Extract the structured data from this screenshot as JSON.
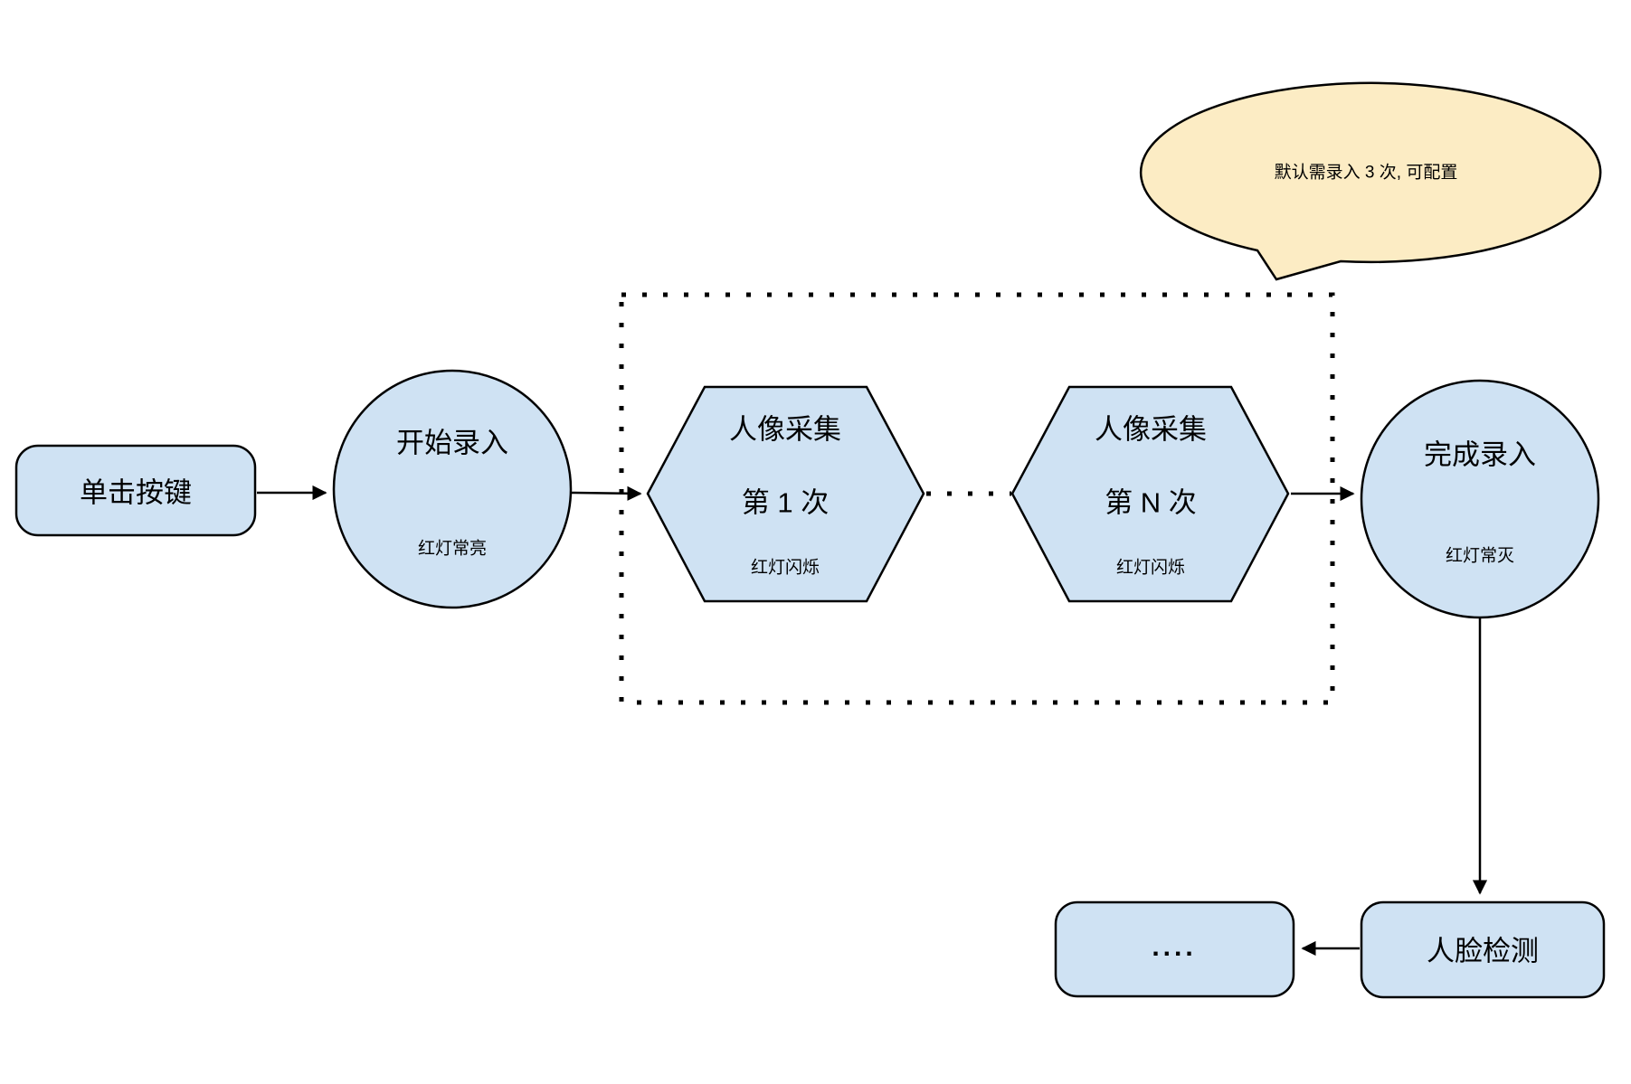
{
  "note_bubble": {
    "text": "默认需录入 3 次, 可配置"
  },
  "flow": {
    "click_button": {
      "label": "单击按键"
    },
    "start_node": {
      "title": "开始录入",
      "status": "红灯常亮"
    },
    "capture_first": {
      "line1": "人像采集",
      "line2": "第 1 次",
      "status": "红灯闪烁"
    },
    "capture_nth": {
      "line1": "人像采集",
      "line2": "第 N 次",
      "status": "红灯闪烁"
    },
    "finish_node": {
      "title": "完成录入",
      "status": "红灯常灭"
    },
    "face_detection": {
      "label": "人脸检测"
    },
    "ellipsis_node": {
      "label": "...."
    }
  },
  "colors": {
    "node_fill": "#cfe2f3",
    "bubble_fill": "#fcecc4",
    "stroke": "#000000"
  }
}
